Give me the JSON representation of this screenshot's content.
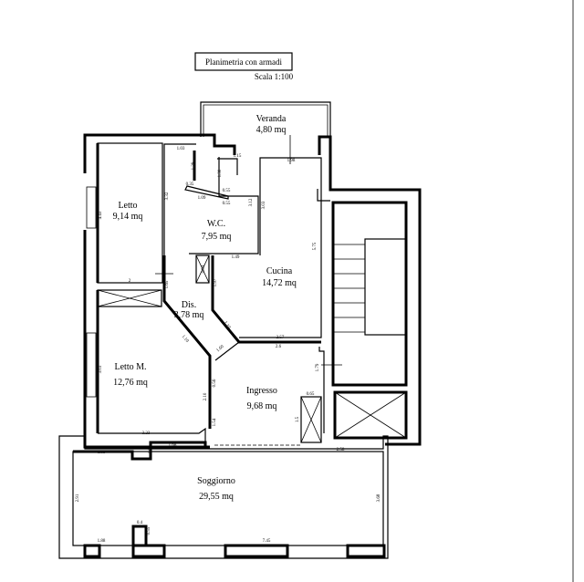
{
  "title": "Planimetria con armadi",
  "scale": "Scala 1:100",
  "rooms": [
    {
      "name": "Veranda",
      "area": "4,80 mq"
    },
    {
      "name": "Letto",
      "area": "9,14 mq"
    },
    {
      "name": "W.C.",
      "area": "7,95 mq"
    },
    {
      "name": "Cucina",
      "area": "14,72 mq"
    },
    {
      "name": "Dis.",
      "area": "3,78 mq"
    },
    {
      "name": "Letto M.",
      "area": "12,76 mq"
    },
    {
      "name": "Ingresso",
      "area": "9,68 mq"
    },
    {
      "name": "Soggiorno",
      "area": "29,55 mq"
    }
  ],
  "dimensions": [
    "1.03",
    "1.29",
    "0.35",
    "1.15",
    "1.30",
    "0.55",
    "0.55",
    "1.09",
    "3.32",
    "3.12",
    "3.03",
    "1.98",
    "5.75",
    "4.43",
    "2",
    "1.49",
    "0.94",
    "1.97",
    "1.65",
    "1.10",
    "1.60",
    "1.10",
    "2.57",
    "2.6",
    "1.79",
    "0.65",
    "1.5",
    "3.03",
    "2.10",
    "0.56",
    "1.54",
    "3.23",
    "1.68",
    "0.55",
    "1.88",
    "2.58",
    "2.91",
    "3.68",
    "0.4",
    "0.55",
    "1.88",
    "7.45"
  ]
}
